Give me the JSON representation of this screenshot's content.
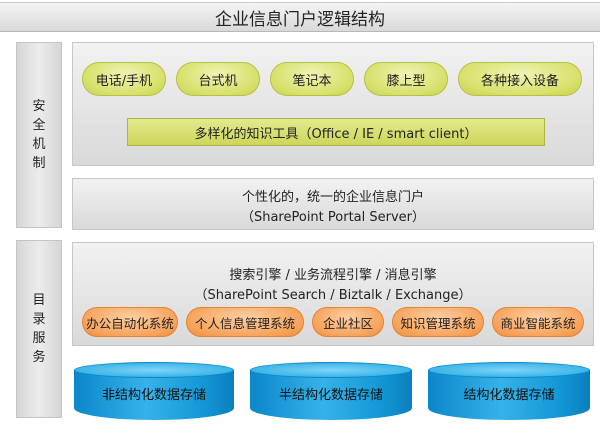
{
  "title": "企业信息门户逻辑结构",
  "sidebar": {
    "security": [
      "安",
      "全",
      "机",
      "制"
    ],
    "directory": [
      "目",
      "录",
      "服",
      "务"
    ]
  },
  "devices": [
    "电话/手机",
    "台式机",
    "笔记本",
    "膝上型",
    "各种接入设备"
  ],
  "tools": "多样化的知识工具（Office / IE / smart client）",
  "portal": {
    "line1": "个性化的，统一的企业信息门户",
    "line2": "（SharePoint Portal Server）"
  },
  "engines": {
    "line1": "搜索引擎 / 业务流程引擎 / 消息引擎",
    "line2": "（SharePoint Search / Biztalk / Exchange）"
  },
  "systems": [
    "办公自动化系统",
    "个人信息管理系统",
    "企业社区",
    "知识管理系统",
    "商业智能系统"
  ],
  "storage": [
    "非结构化数据存储",
    "半结构化数据存储",
    "结构化数据存储"
  ],
  "colors": {
    "device_pill": "#d7e06a",
    "system_pill": "#f7a35c",
    "storage": "#1a9ad8",
    "panel": "#e2e2e2"
  }
}
